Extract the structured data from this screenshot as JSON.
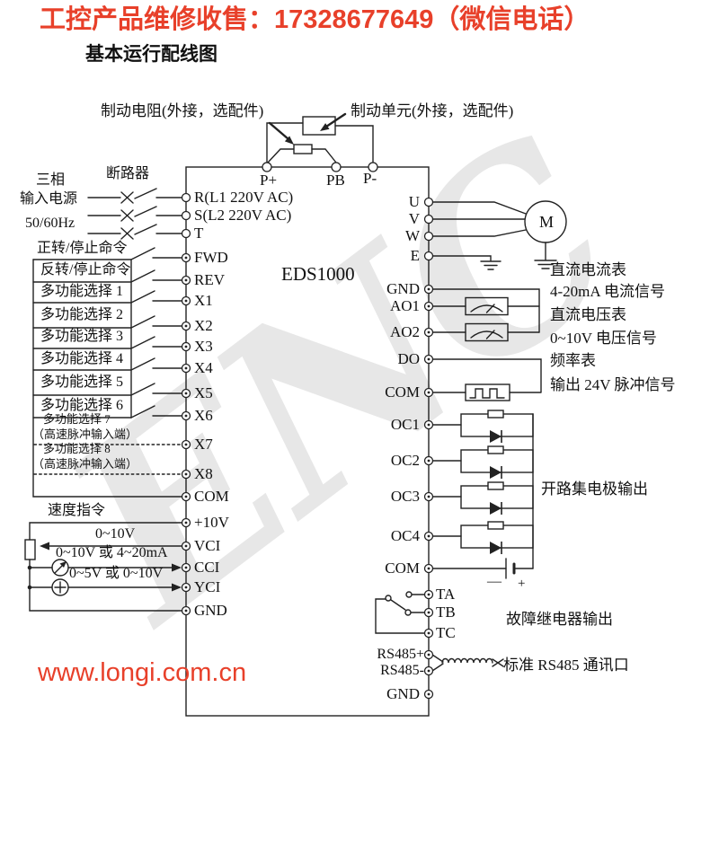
{
  "page": {
    "service_header": "工控产品维修收售：17328677649（微信电话）",
    "diagram_title": "基本运行配线图",
    "website": "www.longi.com.cn",
    "watermark": "ENC",
    "accent_color": "#e8402a",
    "line_color": "#222222"
  },
  "device": {
    "model": "EDS1000"
  },
  "brake": {
    "resistor_label": "制动电阻(外接，选配件)",
    "unit_label": "制动单元(外接，选配件)",
    "p_plus": "P+",
    "pb": "PB",
    "p_minus": "P-"
  },
  "power_input": {
    "phase": "三相",
    "source": "输入电源",
    "freq": "50/60Hz",
    "breaker": "断路器",
    "r": "R(L1 220V AC)",
    "s": "S(L2 220V AC)",
    "t": "T"
  },
  "digital_inputs": {
    "fwd_label": "正转/停止命令",
    "fwd": "FWD",
    "rev_label": "反转/停止命令",
    "rev": "REV",
    "x1_label": "多功能选择 1",
    "x1": "X1",
    "x2_label": "多功能选择 2",
    "x2": "X2",
    "x3_label": "多功能选择 3",
    "x3": "X3",
    "x4_label": "多功能选择 4",
    "x4": "X4",
    "x5_label": "多功能选择 5",
    "x5": "X5",
    "x6_label": "多功能选择 6",
    "x6": "X6",
    "x7_label": "多功能选择 7",
    "x7_sub": "（高速脉冲输入端）",
    "x7": "X7",
    "x8_label": "多功能选择 8",
    "x8_sub": "（高速脉冲输入端）",
    "x8": "X8",
    "com": "COM"
  },
  "analog_input": {
    "title": "速度指令",
    "p10v": "+10V",
    "vci_range": "0~10V",
    "vci": "VCI",
    "cci_range": "0~10V 或 4~20mA",
    "cci": "CCI",
    "yci_range": "0~5V 或 0~10V",
    "yci": "YCI",
    "gnd": "GND"
  },
  "motor_output": {
    "u": "U",
    "v": "V",
    "w": "W",
    "e": "E",
    "motor": "M"
  },
  "analog_output": {
    "gnd": "GND",
    "ao1": "AO1",
    "ao2": "AO2",
    "note1": "直流电流表",
    "note2": "4-20mA 电流信号",
    "note3": "直流电压表",
    "note4": "0~10V 电压信号"
  },
  "pulse_output": {
    "do": "DO",
    "com": "COM",
    "note1": "频率表",
    "note2": "输出 24V 脉冲信号"
  },
  "open_collector": {
    "oc1": "OC1",
    "oc2": "OC2",
    "oc3": "OC3",
    "oc4": "OC4",
    "com": "COM",
    "note": "开路集电极输出",
    "minus": "—",
    "plus": "+"
  },
  "relay_output": {
    "ta": "TA",
    "tb": "TB",
    "tc": "TC",
    "note": "故障继电器输出"
  },
  "comm": {
    "rs485p": "RS485+",
    "rs485n": "RS485-",
    "gnd": "GND",
    "note": "标准 RS485 通讯口"
  }
}
